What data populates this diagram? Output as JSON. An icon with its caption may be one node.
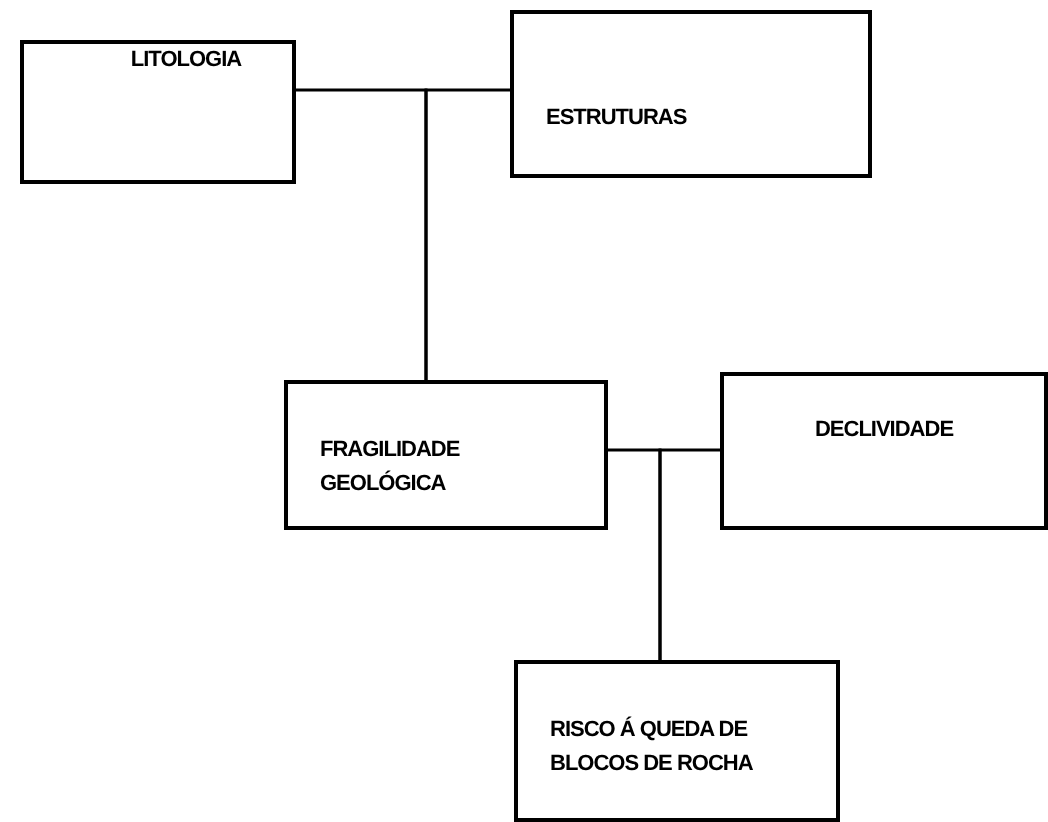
{
  "diagram": {
    "nodes": [
      {
        "text": [
          "LITOLOGIA"
        ]
      },
      {
        "text": [
          "ESTRUTURAS"
        ]
      },
      {
        "text": [
          "FRAGILIDADE GEOLÓGICA"
        ]
      },
      {
        "text": [
          "DECLIVIDADE"
        ]
      },
      {
        "text": [
          "RISCO Á QUEDA DE BLOCOS DE ROCHA"
        ]
      }
    ],
    "edges": [
      {
        "from": 0,
        "to": 2,
        "arrow": "none"
      },
      {
        "from": 1,
        "to": 2,
        "arrow": "none"
      },
      {
        "from": 2,
        "to": 4,
        "arrow": "none"
      },
      {
        "from": 3,
        "to": 4,
        "arrow": "none"
      }
    ]
  }
}
